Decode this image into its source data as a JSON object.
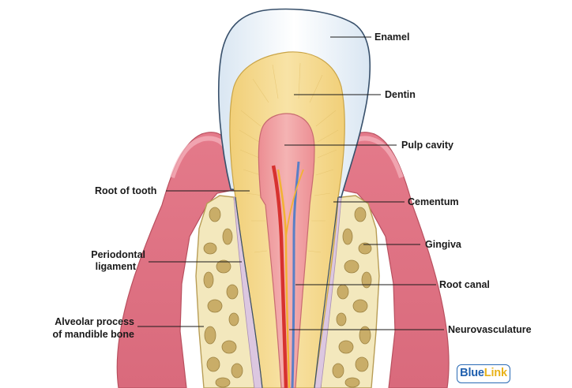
{
  "labels": {
    "enamel": "Enamel",
    "dentin": "Dentin",
    "pulp_cavity": "Pulp cavity",
    "root_of_tooth": "Root of tooth",
    "cementum": "Cementum",
    "gingiva": "Gingiva",
    "periodontal_ligament_1": "Periodontal",
    "periodontal_ligament_2": "ligament",
    "root_canal": "Root canal",
    "alveolar_1": "Alveolar process",
    "alveolar_2": "of mandible bone",
    "neurovasculature": "Neurovasculature"
  },
  "logo": {
    "part1": "Blue",
    "part2": "Link"
  },
  "colors": {
    "enamel": "#eef4fa",
    "dentin": "#f4d98e",
    "pulp": "#f0a3a6",
    "gingiva": "#e8909c",
    "bone": "#f2e6b8",
    "artery": "#d7322f",
    "vein": "#5a7fc6",
    "nerve": "#f2b233"
  }
}
